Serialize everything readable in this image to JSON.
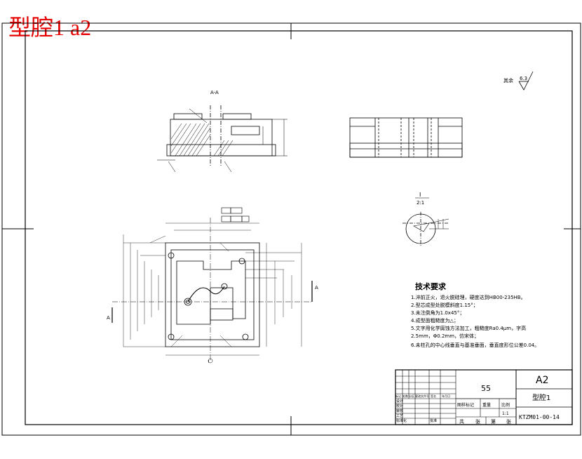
{
  "sheet_label": "型腔1 a2",
  "roughness": {
    "prefix": "其余",
    "value": "6.3"
  },
  "section": {
    "label": "A-A"
  },
  "cut_marks": {
    "left": "A",
    "right": "A",
    "bottom": "Ⅰ"
  },
  "detail": {
    "number": "Ⅰ",
    "scale": "2:1"
  },
  "tech": {
    "title": "技术要求",
    "items": [
      "1.淬前正火，退火脱硅理，硬度达到HB00-235HB。",
      "2.型芯成型处脱模斜度1.15°；",
      "3.未注倒角为1.0x45°；",
      "4.成型面粗糙度为△；",
      "5.文字用化学腐蚀方法加工，粗糙度Ra0.4μm，字高",
      "2.5mm，Φ0.2mm，仿宋体；",
      "6.未柱孔的中心线垂直与基准垂面，垂直度形位公差0.04。"
    ]
  },
  "title_block": {
    "material": "55",
    "size_code": "A2",
    "part_name": "型腔1",
    "drawing_no": "KTZM01-00-14",
    "stage_header": [
      "图样标记",
      "重量",
      "比例"
    ],
    "scale": "1:1",
    "sheet_row": [
      "共",
      "张",
      "第",
      "张"
    ],
    "rev_header": [
      "标记",
      "处数",
      "分区",
      "更改文件号",
      "签名",
      "年月日"
    ],
    "sign_rows": [
      "设计",
      "校对",
      "审核",
      "工艺",
      "标准化",
      "批准"
    ]
  },
  "colors": {
    "title_red": "#e60000",
    "line": "#000000"
  }
}
